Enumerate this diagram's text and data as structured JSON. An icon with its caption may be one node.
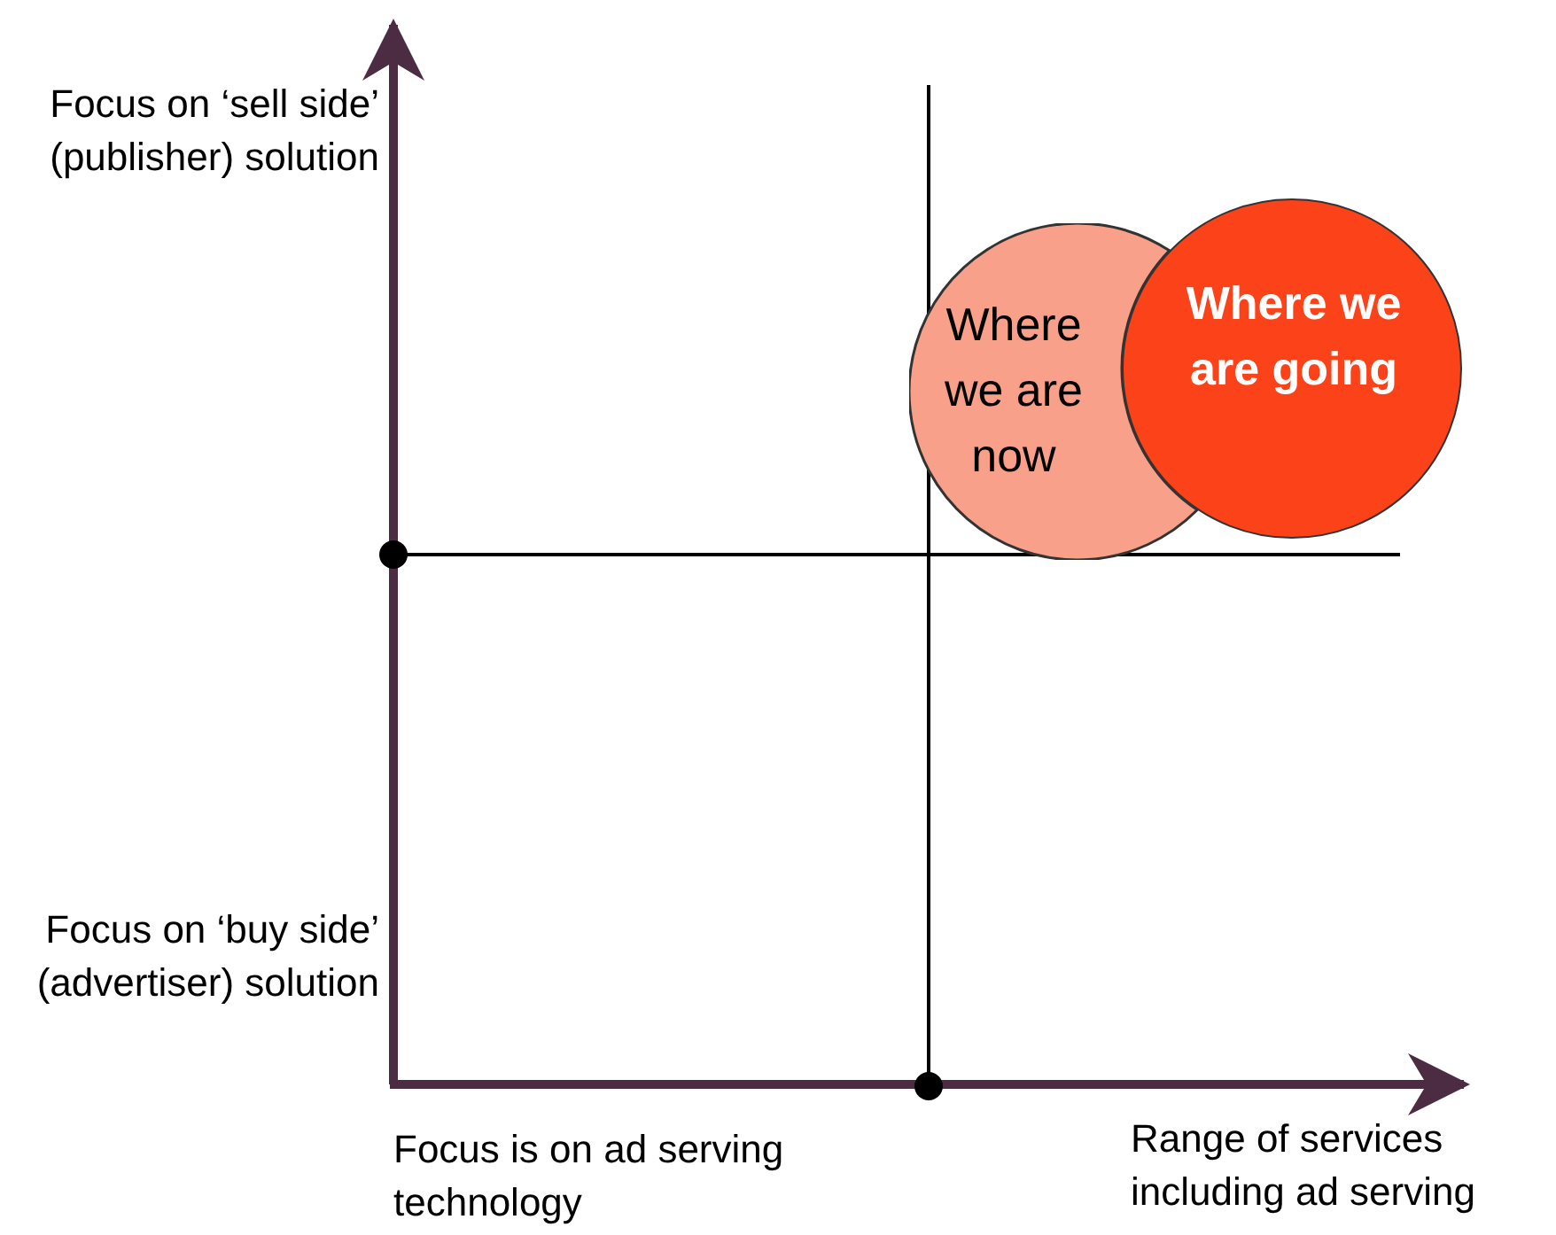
{
  "diagram": {
    "nodes": [
      {
        "text": [
          "Where we are now"
        ]
      },
      {
        "text": [
          "Where we are going"
        ]
      }
    ],
    "labels": [
      "Focus on ‘sell side’ (publisher) solution",
      "Focus on ‘buy side’ (advertiser) solution",
      "Focus is on ad serving technology",
      "Range of services including ad serving"
    ]
  }
}
